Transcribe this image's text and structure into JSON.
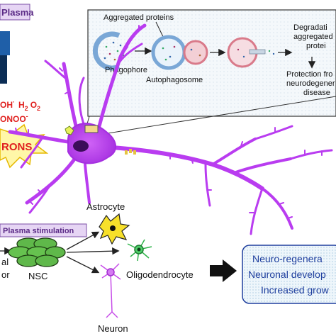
{
  "plasma_tab": "Plasma",
  "ros": {
    "oh": "OH",
    "oh_sup": "·",
    "h2o2_h": "H",
    "h2o2_sub1": "2",
    "h2o2_o": "O",
    "h2o2_sub2": "2",
    "onoo": "ONOO",
    "onoo_sup": "-",
    "rons": "RONS"
  },
  "autophagy": {
    "aggregated_proteins": "Aggregated proteins",
    "phagophore": "Phagophore",
    "autophagosome": "Autophagosome",
    "degradation_line1": "Degradati",
    "degradation_line2": "aggregated",
    "degradation_line3": "protei",
    "protection_line1": "Protection fro",
    "protection_line2": "neurodegener",
    "protection_line3": "disease"
  },
  "stimulation": {
    "tab": "Plasma stimulation",
    "source_line1": "al",
    "source_line2": "or",
    "nsc": "NSC",
    "astrocyte": "Astrocyte",
    "oligodendrocyte": "Oligodendrocyte",
    "neuron": "Neuron"
  },
  "outcome": {
    "line1": "Neuro-regenera",
    "line2": "Neuronal develop",
    "line3": "Increased grow"
  },
  "colors": {
    "neuron_purple": "#b93cf0",
    "ros_red": "#e0201e",
    "plasma_tab_fill": "#e6d5f4",
    "outcome_text": "#1f3f9e"
  }
}
